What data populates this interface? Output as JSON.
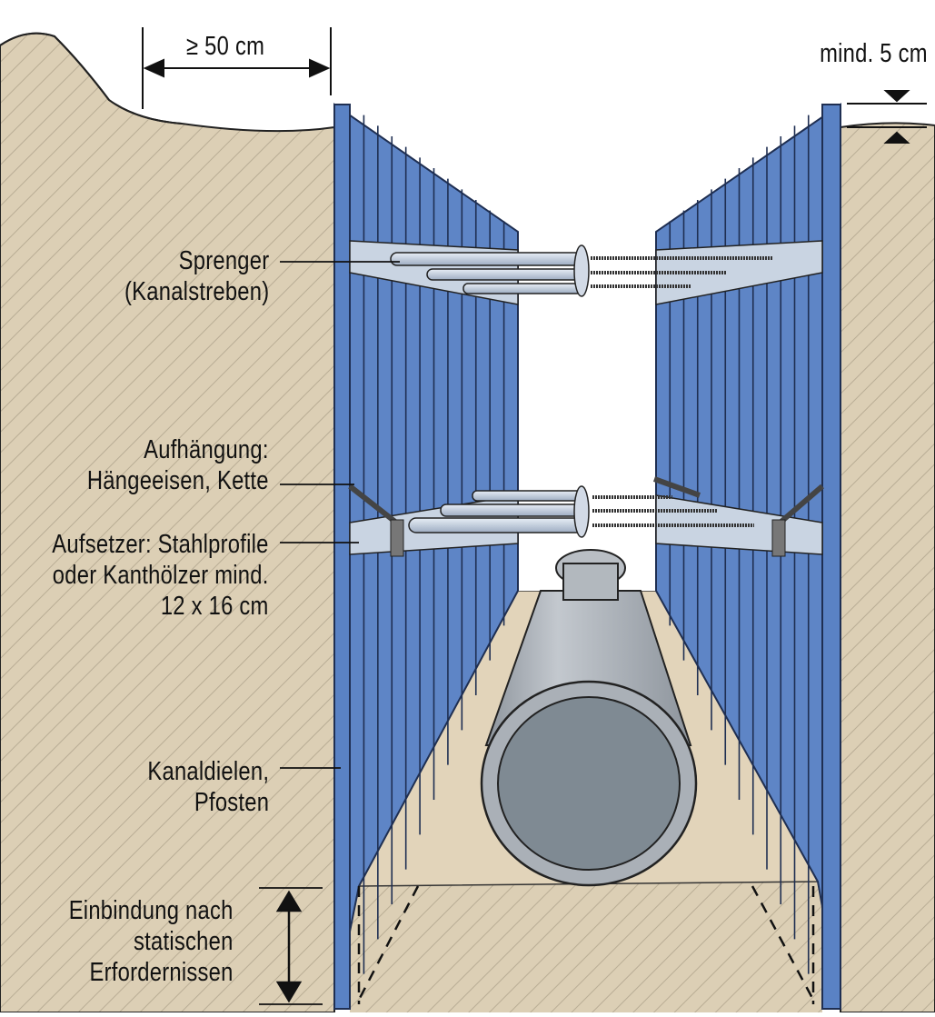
{
  "labels": {
    "width_dim": "≥ 50 cm",
    "overhang_dim": "mind. 5 cm",
    "sprenger": [
      "Sprenger",
      "(Kanalstreben)"
    ],
    "aufhaengung": [
      "Aufhängung:",
      "Hängeeisen, Kette"
    ],
    "aufsetzer": [
      "Aufsetzer: Stahlprofile",
      "oder Kanthölzer mind.",
      "12 x 16 cm"
    ],
    "kanaldielen": [
      "Kanaldielen,",
      "Pfosten"
    ],
    "einbindung": [
      "Einbindung nach",
      "statischen",
      "Erfordernissen"
    ]
  },
  "colors": {
    "soil": "#dccfb5",
    "soil_hatch": "#b7aa92",
    "sheeting": "#5e85c6",
    "sheeting_edge": "#1f2f52",
    "strut": "#c9d4e2",
    "pipe": "#a9afb6",
    "pipe_inner": "#7f8a93",
    "trench_floor": "#e2d4ba"
  },
  "icons": {
    "dimension_arrows": "double-arrow-icon",
    "overhang_markers": "triangle-marker-icon"
  }
}
